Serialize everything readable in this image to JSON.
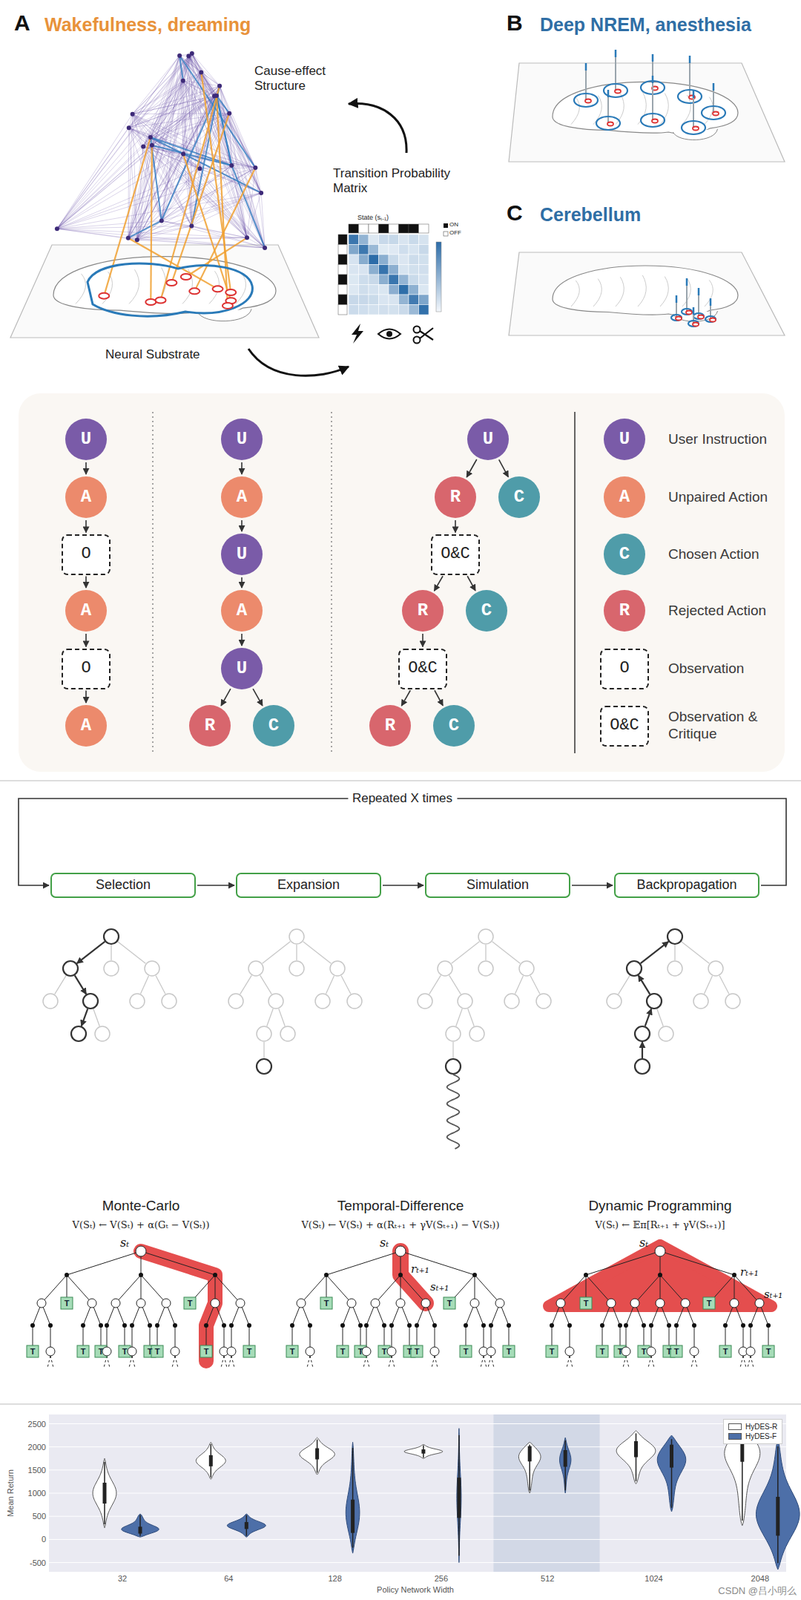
{
  "diagram": {
    "nodes": [
      {
        "text": [
          "U"
        ]
      },
      {
        "text": [
          "A"
        ]
      },
      {
        "text": [
          "O"
        ]
      },
      {
        "text": [
          "A"
        ]
      },
      {
        "text": [
          "O"
        ]
      },
      {
        "text": [
          "A"
        ]
      },
      {
        "text": [
          "U"
        ]
      },
      {
        "text": [
          "A"
        ]
      },
      {
        "text": [
          "U"
        ]
      },
      {
        "text": [
          "A"
        ]
      },
      {
        "text": [
          "U"
        ]
      },
      {
        "text": [
          "R"
        ]
      },
      {
        "text": [
          "C"
        ]
      },
      {
        "text": [
          "U"
        ]
      },
      {
        "text": [
          "R"
        ]
      },
      {
        "text": [
          "C"
        ]
      },
      {
        "text": [
          "O&C"
        ]
      },
      {
        "text": [
          "R"
        ]
      },
      {
        "text": [
          "C"
        ]
      },
      {
        "text": [
          "O&C"
        ]
      },
      {
        "text": [
          "R"
        ]
      },
      {
        "text": [
          "C"
        ]
      },
      {
        "text": [
          "U",
          "User Instruction"
        ]
      },
      {
        "text": [
          "A",
          "Unpaired Action"
        ]
      },
      {
        "text": [
          "C",
          "Chosen Action"
        ]
      },
      {
        "text": [
          "R",
          "Rejected Action"
        ]
      },
      {
        "text": [
          "O",
          "Observation"
        ]
      },
      {
        "text": [
          "O&C",
          "Observation & Critique"
        ]
      },
      {
        "text": [
          "Selection"
        ]
      },
      {
        "text": [
          "Expansion"
        ]
      },
      {
        "text": [
          "Simulation"
        ]
      },
      {
        "text": [
          "Backpropagation"
        ]
      }
    ],
    "edges": [
      {
        "from": 0,
        "to": 1,
        "arrow": "to"
      },
      {
        "from": 1,
        "to": 2,
        "arrow": "to"
      },
      {
        "from": 2,
        "to": 3,
        "arrow": "to"
      },
      {
        "from": 3,
        "to": 4,
        "arrow": "to"
      },
      {
        "from": 4,
        "to": 5,
        "arrow": "to"
      },
      {
        "from": 6,
        "to": 7,
        "arrow": "to"
      },
      {
        "from": 7,
        "to": 8,
        "arrow": "to"
      },
      {
        "from": 8,
        "to": 9,
        "arrow": "to"
      },
      {
        "from": 9,
        "to": 10,
        "arrow": "to"
      },
      {
        "from": 10,
        "to": 11,
        "arrow": "to"
      },
      {
        "from": 10,
        "to": 12,
        "arrow": "to"
      },
      {
        "from": 13,
        "to": 14,
        "arrow": "to"
      },
      {
        "from": 13,
        "to": 15,
        "arrow": "to"
      },
      {
        "from": 14,
        "to": 16,
        "arrow": "to"
      },
      {
        "from": 16,
        "to": 17,
        "arrow": "to"
      },
      {
        "from": 16,
        "to": 18,
        "arrow": "to"
      },
      {
        "from": 17,
        "to": 19,
        "arrow": "to"
      },
      {
        "from": 19,
        "to": 20,
        "arrow": "to"
      },
      {
        "from": 19,
        "to": 21,
        "arrow": "to"
      },
      {
        "from": 28,
        "to": 29,
        "arrow": "to"
      },
      {
        "from": 29,
        "to": 30,
        "arrow": "to"
      },
      {
        "from": 30,
        "to": 31,
        "arrow": "to"
      },
      {
        "from": 31,
        "to": 28,
        "label": "Repeated X times",
        "arrow": "to"
      }
    ],
    "labels": [
      "A",
      "Wakefulness, dreaming",
      "Cause-effect Structure",
      "Transition Probability Matrix",
      "State (sₜ₋₁)",
      "ON",
      "OFF",
      "Neural Substrate",
      "B",
      "Deep NREM, anesthesia",
      "C",
      "Cerebellum",
      "Monte-Carlo",
      "V(Sₜ) ← V(Sₜ) + α(Gₜ − V(Sₜ))",
      "sₜ",
      "Temporal-Difference",
      "V(Sₜ) ← V(Sₜ) + α(Rₜ₊₁ + γV(Sₜ₊₁) − V(Sₜ))",
      "sₜ",
      "rₜ₊₁",
      "sₜ₊₁",
      "Dynamic Programming",
      "V(Sₜ) ← 𝔼π[Rₜ₊₁ + γV(Sₜ₊₁)]",
      "sₜ",
      "rₜ₊₁",
      "sₜ₊₁",
      "T",
      "T",
      "T",
      "T",
      "T",
      "T",
      "T",
      "T",
      "T",
      "T",
      "T",
      "T",
      "T",
      "T",
      "T",
      "T",
      "T",
      "T",
      "T",
      "T",
      "T",
      "T",
      "T",
      "T",
      "T",
      "T",
      "T",
      "T",
      "T",
      "T",
      "2500",
      "2000",
      "1500",
      "1000",
      "500",
      "0",
      "-500",
      "32",
      "64",
      "128",
      "256",
      "512",
      "1024",
      "2048",
      "Mean Return",
      "Policy Network Width",
      "CSDN @吕小明么"
    ],
    "legend": [
      {
        "text": "HyDES-R",
        "color": "#ffffff"
      },
      {
        "text": "HyDES-F",
        "color": "#4d6fa8"
      }
    ]
  }
}
